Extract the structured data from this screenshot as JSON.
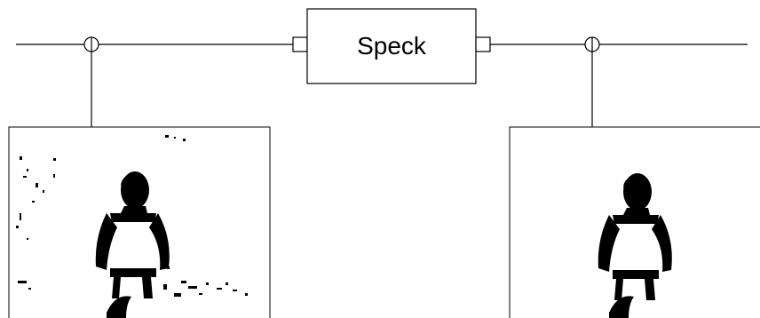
{
  "diagram": {
    "title": "",
    "block": {
      "label": "Speck"
    },
    "input_image": {
      "description_name": "noisy-binary-silhouette"
    },
    "output_image": {
      "description_name": "clean-binary-silhouette"
    },
    "colors": {
      "line": "#000000",
      "background": "#ffffff",
      "ink": "#000000"
    }
  }
}
